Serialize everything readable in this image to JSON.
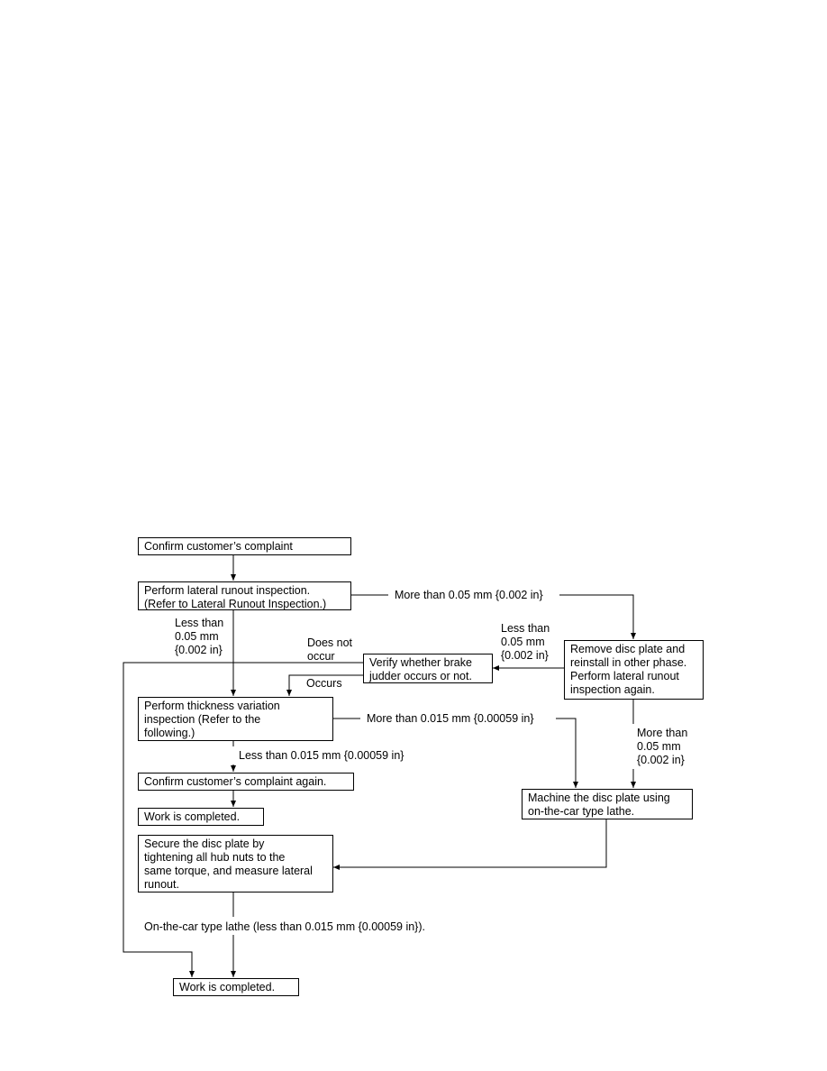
{
  "flowchart": {
    "nodes": {
      "confirm_complaint": "Confirm customer’s complaint",
      "lateral_runout": "Perform lateral runout inspection.\n(Refer to Lateral Runout Inspection.)",
      "remove_disc": "Remove disc plate and\nreinstall in other phase.\nPerform lateral runout\ninspection again.",
      "verify_judder": "Verify whether brake\njudder occurs or not.",
      "thickness_variation": "Perform thickness variation\ninspection (Refer to the\nfollowing.)",
      "confirm_again": "Confirm customer’s complaint again.",
      "work_completed_1": "Work is completed.",
      "machine_disc": "Machine the disc plate using\non-the-car type lathe.",
      "secure_disc": "Secure the disc plate by\ntightening all hub nuts to the\nsame torque, and measure lateral\nrunout.",
      "work_completed_2": "Work is completed."
    },
    "labels": {
      "more_than_005_a": "More than 0.05 mm {0.002 in}",
      "less_than_005_a": "Less than\n0.05 mm\n{0.002 in}",
      "less_than_005_b": "Less than\n0.05 mm\n{0.002 in}",
      "does_not_occur": "Does not\noccur",
      "occurs": "Occurs",
      "more_than_0015": "More than 0.015 mm {0.00059 in}",
      "more_than_005_b": "More than\n0.05 mm\n{0.002 in}",
      "less_than_0015": "Less than 0.015 mm {0.00059 in}",
      "lathe_less_than": "On-the-car type lathe (less than 0.015 mm {0.00059 in})."
    }
  }
}
